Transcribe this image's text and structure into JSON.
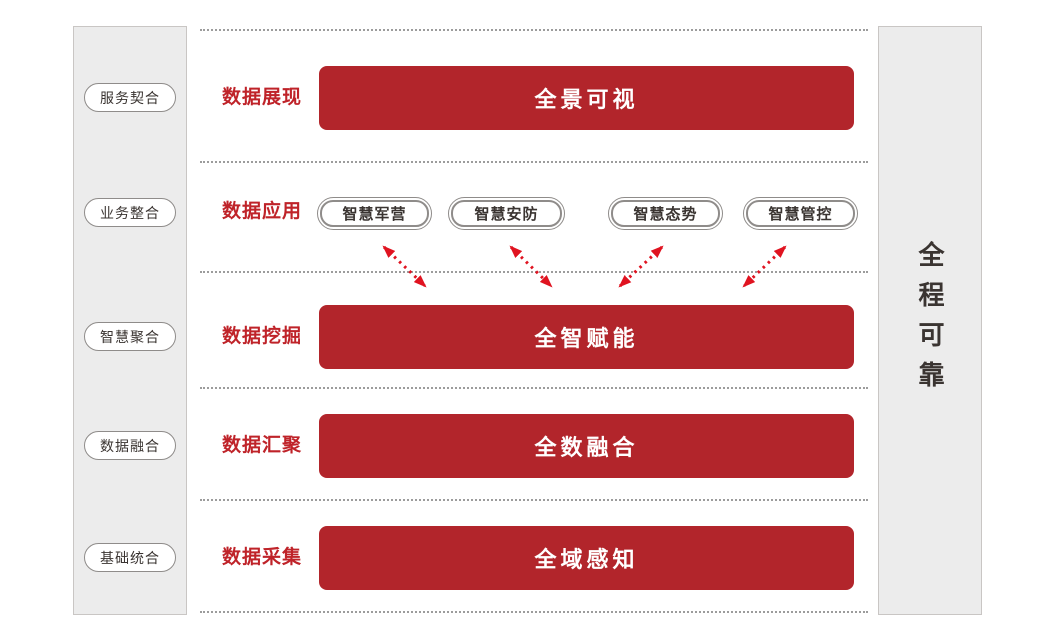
{
  "left_items": [
    "服务契合",
    "业务整合",
    "智慧聚合",
    "数据融合",
    "基础统合"
  ],
  "right_label": "全程可靠",
  "row_labels": [
    "数据展现",
    "数据应用",
    "数据挖掘",
    "数据汇聚",
    "数据采集"
  ],
  "bars": [
    "全景可视",
    "全智赋能",
    "全数融合",
    "全域感知"
  ],
  "app_pills": [
    "智慧军营",
    "智慧安防",
    "智慧态势",
    "智慧管控"
  ],
  "colors": {
    "bar_red": "#B2252B",
    "label_red": "#BF2329",
    "arrow_red": "#E01320",
    "panel_bg": "#ECECEC",
    "panel_border": "#C9C6C4",
    "pill_border": "#8F8C8A",
    "dark_text": "#3A3431",
    "dashed": "#9C9C9C"
  }
}
